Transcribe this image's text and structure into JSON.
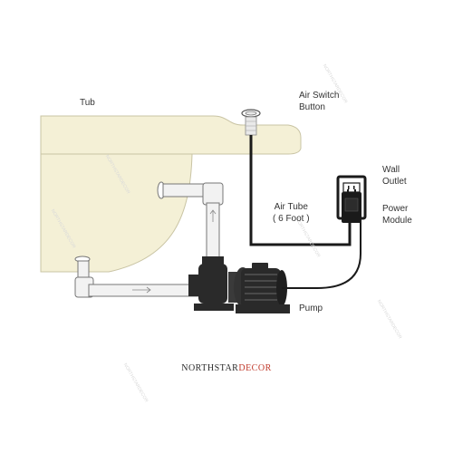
{
  "labels": {
    "tub": "Tub",
    "air_switch_line1": "Air Switch",
    "air_switch_line2": "Button",
    "wall_outlet_line1": "Wall",
    "wall_outlet_line2": "Outlet",
    "air_tube_line1": "Air Tube",
    "air_tube_line2": "( 6 Foot )",
    "power_module_line1": "Power",
    "power_module_line2": "Module",
    "pump": "Pump"
  },
  "brand": {
    "part1": "NORTHSTAR",
    "part2": "DECOR"
  },
  "colors": {
    "tub_fill": "#f4f0d6",
    "tub_stroke": "#c9c4a4",
    "pipe_fill": "#f2f2f2",
    "pipe_stroke": "#777777",
    "pump_dark": "#2a2a2a",
    "tube_black": "#1a1a1a",
    "brand_red": "#c0392b"
  }
}
